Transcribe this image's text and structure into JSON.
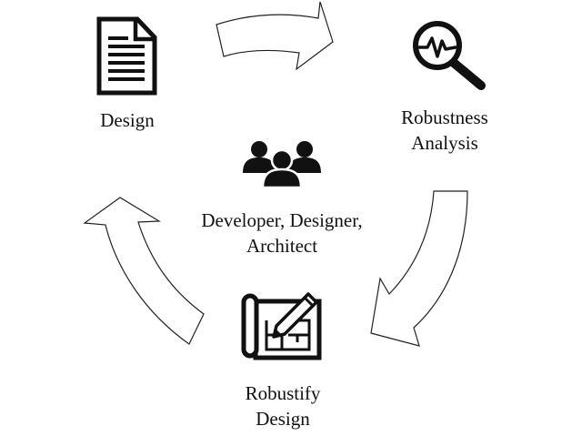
{
  "nodes": {
    "design": {
      "label": "Design",
      "icon": "document-icon"
    },
    "analysis": {
      "label_line1": "Robustness",
      "label_line2": "Analysis",
      "icon": "magnifier-waveform-icon"
    },
    "robustify": {
      "label_line1": "Robustify",
      "label_line2": "Design",
      "icon": "blueprint-pencil-icon"
    },
    "center": {
      "label_line1": "Developer, Designer,",
      "label_line2": "Architect",
      "icon": "people-group-icon"
    }
  },
  "arrows": [
    "design-to-analysis",
    "analysis-to-robustify",
    "robustify-to-design"
  ],
  "colors": {
    "ink": "#111111",
    "arrow_stroke": "#222222",
    "background": "#ffffff"
  }
}
